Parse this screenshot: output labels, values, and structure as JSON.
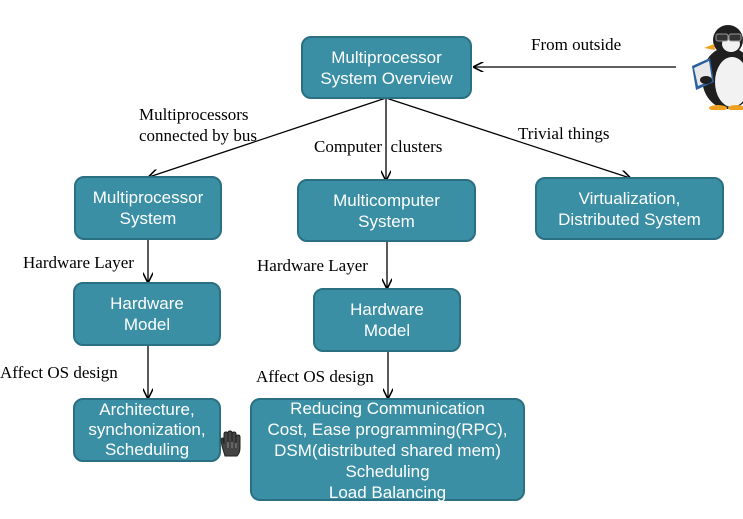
{
  "nodes": {
    "overview": "Multiprocessor\nSystem Overview",
    "mp_system": "Multiprocessor\nSystem",
    "mc_system": "Multicomputer\nSystem",
    "virtualization": "Virtualization,\nDistributed System",
    "hw_model_left": "Hardware\nModel",
    "hw_model_mid": "Hardware\nModel",
    "arch_sync": "Architecture,\nsynchonization,\nScheduling",
    "reducing": "Reducing Communication\nCost, Ease programming(RPC),\nDSM(distributed shared mem)\nScheduling\nLoad Balancing"
  },
  "edge_labels": {
    "from_outside": "From outside",
    "connected_by_bus": "Multiprocessors\nconnected by bus",
    "computer_clusters": "Computer  clusters",
    "trivial_things": "Trivial things",
    "hw_layer_left": "Hardware Layer",
    "hw_layer_mid": "Hardware Layer",
    "affect_os_left": "Affect OS design",
    "affect_os_mid": "Affect OS design"
  },
  "colors": {
    "node_fill": "#3a8fa5",
    "node_border": "#2a6f82",
    "node_text": "#ffffff",
    "edge": "#000000"
  },
  "icons": [
    "penguin-reading-icon",
    "hand-cursor-icon"
  ]
}
